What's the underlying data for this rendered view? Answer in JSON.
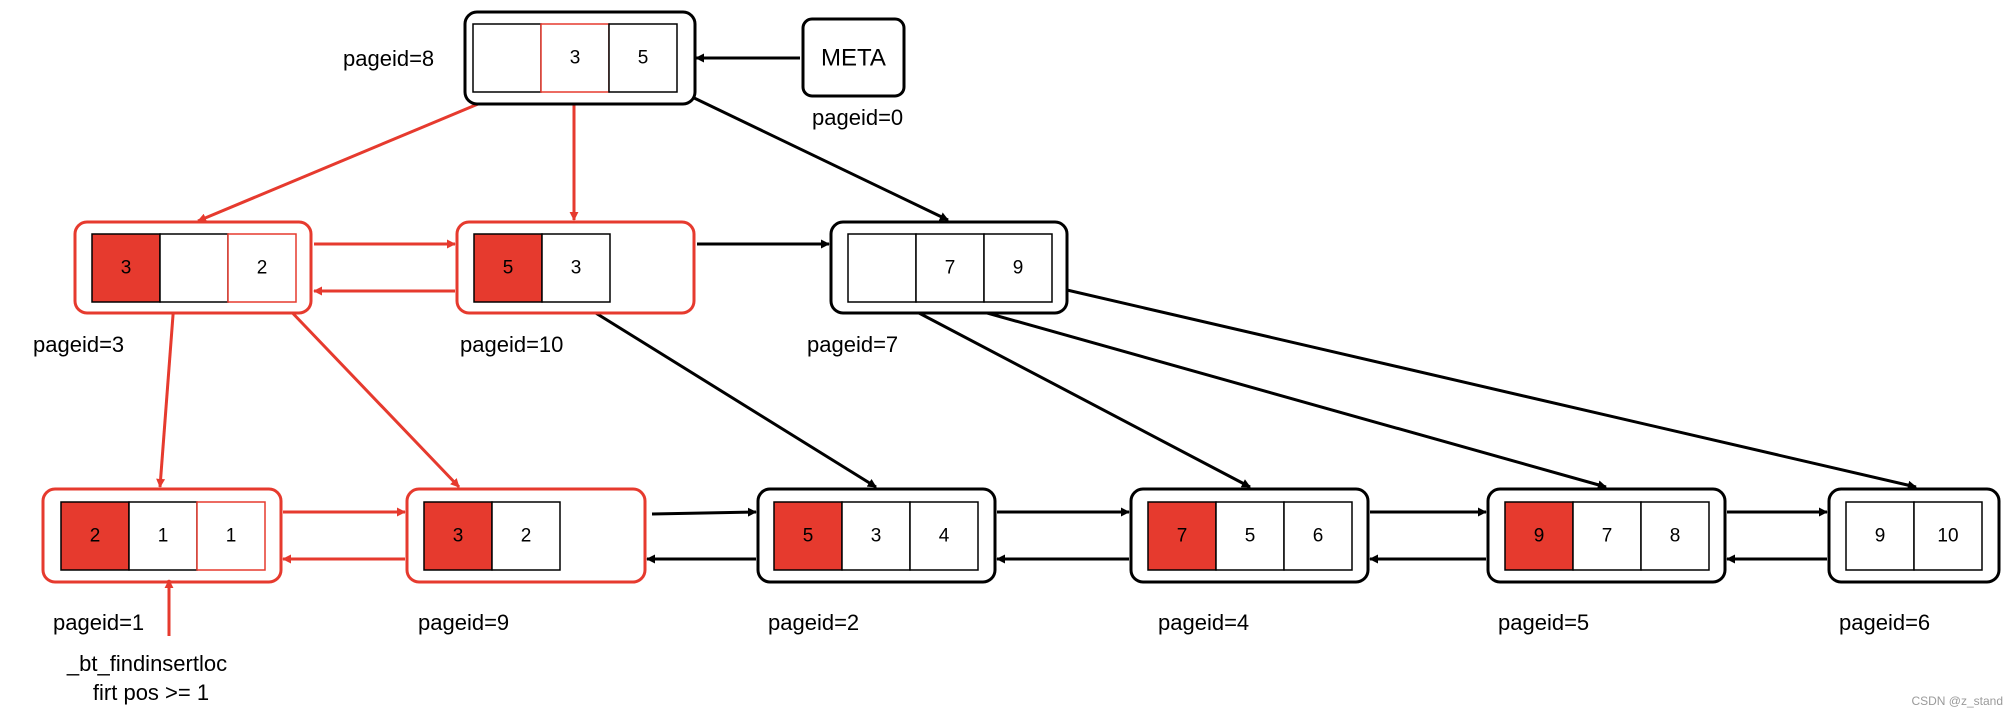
{
  "colors": {
    "accent_red": "#e63a2e",
    "black": "#000000",
    "watermark": "#9a9a9a"
  },
  "meta": {
    "label": "META",
    "pageid": "pageid=0"
  },
  "pages": [
    {
      "id": "8",
      "pageid": "pageid=8",
      "highlight": false,
      "cells": [
        {
          "value": "",
          "filled": false
        },
        {
          "value": "3",
          "filled": false,
          "red_border": true
        },
        {
          "value": "5",
          "filled": false
        }
      ]
    },
    {
      "id": "3",
      "pageid": "pageid=3",
      "highlight": true,
      "cells": [
        {
          "value": "3",
          "filled": true
        },
        {
          "value": "",
          "filled": false
        },
        {
          "value": "2",
          "filled": false,
          "red_border": true
        }
      ]
    },
    {
      "id": "10",
      "pageid": "pageid=10",
      "highlight": true,
      "cells": [
        {
          "value": "5",
          "filled": true
        },
        {
          "value": "3",
          "filled": false
        }
      ]
    },
    {
      "id": "7",
      "pageid": "pageid=7",
      "highlight": false,
      "cells": [
        {
          "value": "",
          "filled": false
        },
        {
          "value": "7",
          "filled": false
        },
        {
          "value": "9",
          "filled": false
        }
      ]
    },
    {
      "id": "1",
      "pageid": "pageid=1",
      "highlight": true,
      "cells": [
        {
          "value": "2",
          "filled": true
        },
        {
          "value": "1",
          "filled": false
        },
        {
          "value": "1",
          "filled": false,
          "red_border": true
        }
      ]
    },
    {
      "id": "9",
      "pageid": "pageid=9",
      "highlight": true,
      "cells": [
        {
          "value": "3",
          "filled": true
        },
        {
          "value": "2",
          "filled": false
        }
      ]
    },
    {
      "id": "2",
      "pageid": "pageid=2",
      "highlight": false,
      "cells": [
        {
          "value": "5",
          "filled": true
        },
        {
          "value": "3",
          "filled": false
        },
        {
          "value": "4",
          "filled": false
        }
      ]
    },
    {
      "id": "4",
      "pageid": "pageid=4",
      "highlight": false,
      "cells": [
        {
          "value": "7",
          "filled": true
        },
        {
          "value": "5",
          "filled": false
        },
        {
          "value": "6",
          "filled": false
        }
      ]
    },
    {
      "id": "5",
      "pageid": "pageid=5",
      "highlight": false,
      "cells": [
        {
          "value": "9",
          "filled": true
        },
        {
          "value": "7",
          "filled": false
        },
        {
          "value": "8",
          "filled": false
        }
      ]
    },
    {
      "id": "6",
      "pageid": "pageid=6",
      "highlight": false,
      "cells": [
        {
          "value": "9",
          "filled": false
        },
        {
          "value": "10",
          "filled": false
        }
      ]
    }
  ],
  "edges": [
    {
      "from": "meta",
      "to": "8",
      "color": "black"
    },
    {
      "from": "8",
      "to": "3",
      "color": "red"
    },
    {
      "from": "8",
      "to": "10",
      "color": "red"
    },
    {
      "from": "8",
      "to": "7",
      "color": "black"
    },
    {
      "from": "3",
      "to": "10",
      "color": "red",
      "sibling": true
    },
    {
      "from": "10",
      "to": "3",
      "color": "red",
      "sibling": true
    },
    {
      "from": "10",
      "to": "7",
      "color": "black",
      "sibling": true
    },
    {
      "from": "3",
      "to": "1",
      "color": "red"
    },
    {
      "from": "3",
      "to": "9",
      "color": "red"
    },
    {
      "from": "10",
      "to": "2",
      "color": "black"
    },
    {
      "from": "7",
      "to": "4",
      "color": "black"
    },
    {
      "from": "7",
      "to": "5",
      "color": "black"
    },
    {
      "from": "7",
      "to": "6",
      "color": "black"
    },
    {
      "from": "1",
      "to": "9",
      "color": "red",
      "sibling": true
    },
    {
      "from": "9",
      "to": "1",
      "color": "red",
      "sibling": true
    },
    {
      "from": "9",
      "to": "2",
      "color": "black",
      "sibling": true
    },
    {
      "from": "2",
      "to": "9",
      "color": "black",
      "sibling": true
    },
    {
      "from": "2",
      "to": "4",
      "color": "black",
      "sibling": true
    },
    {
      "from": "4",
      "to": "2",
      "color": "black",
      "sibling": true
    },
    {
      "from": "4",
      "to": "5",
      "color": "black",
      "sibling": true
    },
    {
      "from": "5",
      "to": "4",
      "color": "black",
      "sibling": true
    },
    {
      "from": "5",
      "to": "6",
      "color": "black",
      "sibling": true
    },
    {
      "from": "6",
      "to": "5",
      "color": "black",
      "sibling": true
    }
  ],
  "annotation": {
    "line1": "_bt_findinsertloc",
    "line2": "firt pos >= 1",
    "target_page": "1"
  },
  "watermark": "CSDN @z_stand"
}
